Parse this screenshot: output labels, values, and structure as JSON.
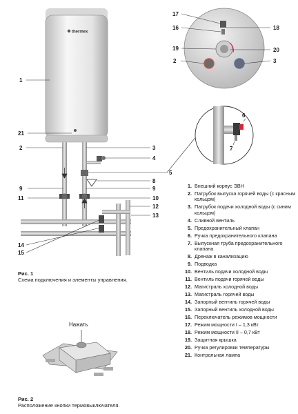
{
  "brand": "thermex",
  "callouts": [
    "1",
    "21",
    "2",
    "3",
    "4",
    "5",
    "8",
    "9",
    "9",
    "11",
    "10",
    "12",
    "13",
    "14",
    "15",
    "17",
    "16",
    "18",
    "19",
    "20",
    "2",
    "3",
    "6",
    "7"
  ],
  "legend": [
    {
      "num": "1.",
      "text": "Внешний корпус ЭВН"
    },
    {
      "num": "2.",
      "text": "Патрубок выпуска горячей воды (с красным кольцом)"
    },
    {
      "num": "3.",
      "text": "Патрубок подачи холодной воды (с синим кольцом)"
    },
    {
      "num": "4.",
      "text": "Сливной вентиль"
    },
    {
      "num": "5.",
      "text": "Предохранительный клапан"
    },
    {
      "num": "6.",
      "text": "Ручка предохранительного клапана"
    },
    {
      "num": "7.",
      "text": "Выпускная труба предохранительного клапана"
    },
    {
      "num": "8.",
      "text": "Дренаж в канализацию"
    },
    {
      "num": "9.",
      "text": "Подводка"
    },
    {
      "num": "10.",
      "text": "Вентиль подачи холодной воды"
    },
    {
      "num": "11.",
      "text": "Вентиль подачи горячей воды"
    },
    {
      "num": "12.",
      "text": "Магистраль холодной воды"
    },
    {
      "num": "13.",
      "text": "Магистраль горячей воды"
    },
    {
      "num": "14.",
      "text": "Запорный вентиль горячей воды"
    },
    {
      "num": "15.",
      "text": "Запорный вентиль холодной воды"
    },
    {
      "num": "16.",
      "text": "Переключатель режимов мощности"
    },
    {
      "num": "17.",
      "text": "Режим мощности I – 1,3 кВт"
    },
    {
      "num": "18.",
      "text": "Режим мощности II – 0,7 кВт"
    },
    {
      "num": "19.",
      "text": "Защитная крышка"
    },
    {
      "num": "20.",
      "text": "Ручка регулировки температуры"
    },
    {
      "num": "21.",
      "text": "Контрольная лампа"
    }
  ],
  "figure1": {
    "title": "Рис. 1",
    "text": "Схема подключения и элементы управления."
  },
  "figure2": {
    "title": "Рис. 2",
    "text": "Расположение кнопки термовыключателя.",
    "button_label": "Нажать"
  },
  "colors": {
    "tank_light": "#f2f2f2",
    "tank_shade": "#bdbdbd",
    "pipe": "#b0b0b0",
    "line": "#333333"
  }
}
